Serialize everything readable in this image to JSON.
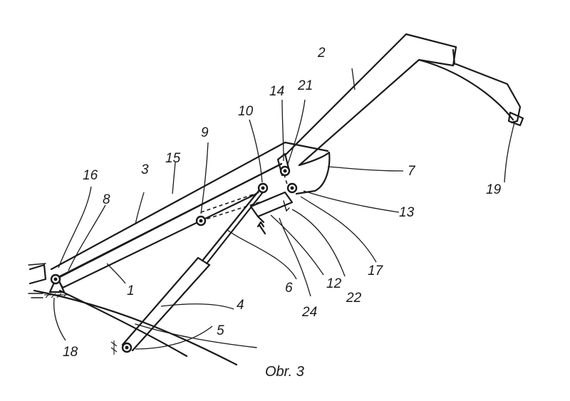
{
  "figure": {
    "caption": "Obr. 3",
    "labels": {
      "l1": "1",
      "l2": "2",
      "l3": "3",
      "l4": "4",
      "l5": "5",
      "l6": "6",
      "l7": "7",
      "l8": "8",
      "l9": "9",
      "l10": "10",
      "l12": "12",
      "l13": "13",
      "l14": "14",
      "l15": "15",
      "l16": "16",
      "l17": "17",
      "l18": "18",
      "l19": "19",
      "l21": "21",
      "l22": "22",
      "l24": "24"
    }
  }
}
